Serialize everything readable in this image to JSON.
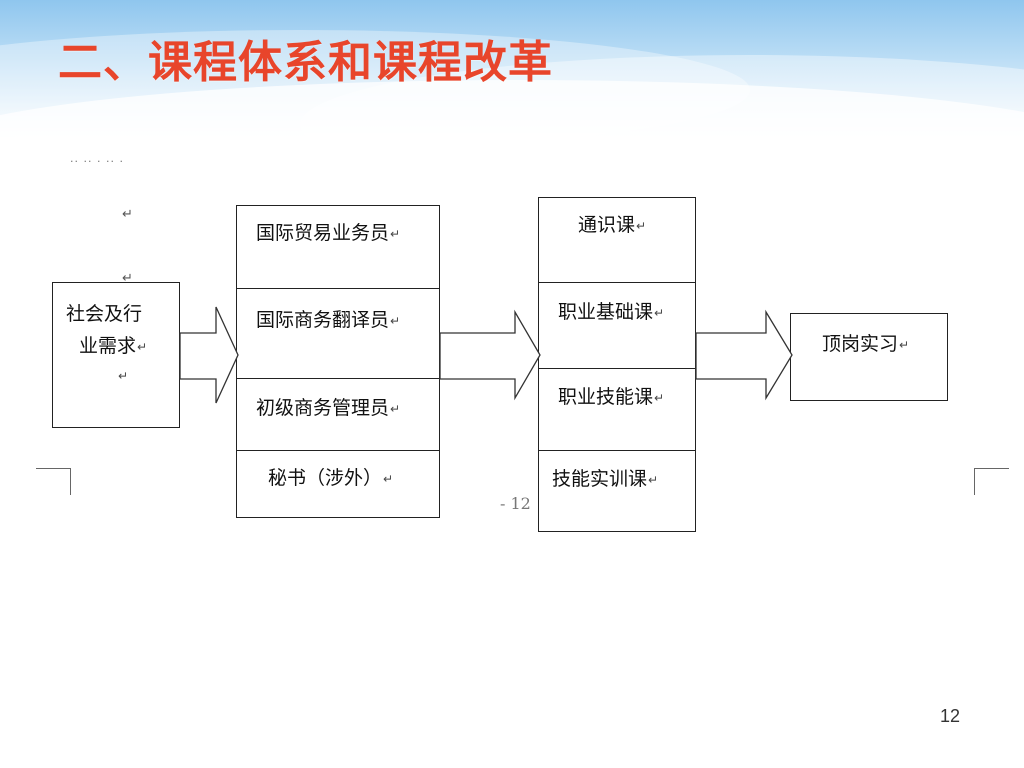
{
  "slide": {
    "title": "二、课程体系和课程改革",
    "slide_number": "12"
  },
  "diagram": {
    "fragment_marks": "·· ·· · ·· ·",
    "source": {
      "line1": "社会及行",
      "line2": "业需求"
    },
    "positions": [
      "国际贸易业务员",
      "国际商务翻译员",
      "初级商务管理员",
      "秘书（涉外）"
    ],
    "courses": [
      "通识课",
      "职业基础课",
      "职业技能课",
      "技能实训课"
    ],
    "outcome": "顶岗实习",
    "return_mark": "↵",
    "page_mark": "- 12"
  },
  "colors": {
    "title": "#e8452b",
    "header_blue": "#8fc6ee"
  }
}
